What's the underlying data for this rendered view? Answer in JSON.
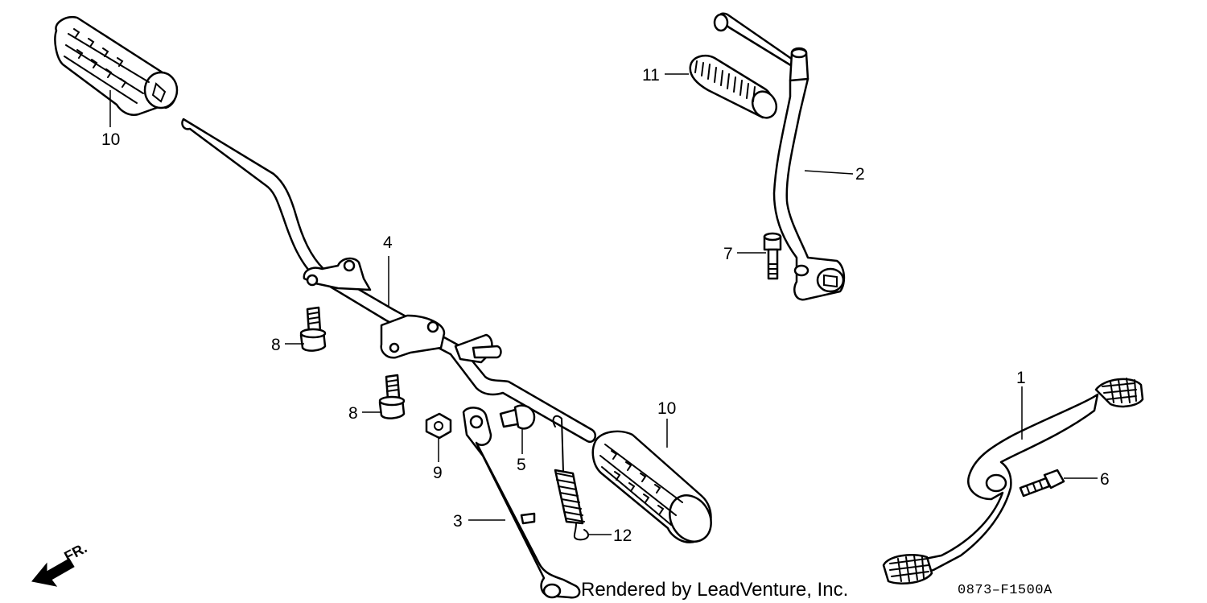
{
  "diagram": {
    "callouts": [
      {
        "id": "c10a",
        "label": "10",
        "part": "footpeg-rubber"
      },
      {
        "id": "c11",
        "label": "11",
        "part": "kick-starter-rubber"
      },
      {
        "id": "c2",
        "label": "2",
        "part": "kick-starter-arm"
      },
      {
        "id": "c7",
        "label": "7",
        "part": "bolt"
      },
      {
        "id": "c4",
        "label": "4",
        "part": "footpeg-bar"
      },
      {
        "id": "c8a",
        "label": "8",
        "part": "flange-bolt"
      },
      {
        "id": "c8b",
        "label": "8",
        "part": "flange-bolt"
      },
      {
        "id": "c9",
        "label": "9",
        "part": "nut"
      },
      {
        "id": "c5",
        "label": "5",
        "part": "pivot-bolt"
      },
      {
        "id": "c10b",
        "label": "10",
        "part": "footpeg-rubber"
      },
      {
        "id": "c3",
        "label": "3",
        "part": "side-stand"
      },
      {
        "id": "c12",
        "label": "12",
        "part": "stand-spring"
      },
      {
        "id": "c1",
        "label": "1",
        "part": "brake-pedal"
      },
      {
        "id": "c6",
        "label": "6",
        "part": "bolt"
      }
    ],
    "direction_label": "FR.",
    "footer_credit": "Rendered by LeadVenture, Inc.",
    "diagram_code": "0873–F1500A"
  }
}
